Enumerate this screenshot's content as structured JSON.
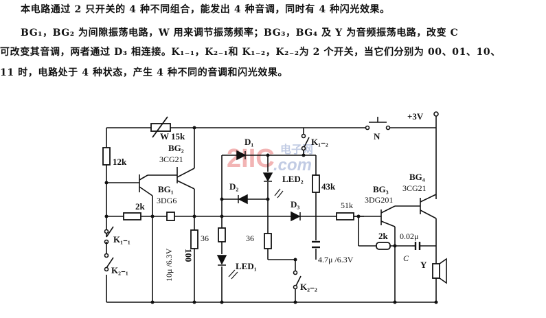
{
  "description": {
    "paragraphs": [
      "本电路通过 2 只开关的 4 种不同组合，能发出 4 种音调，同时有 4 种闪光效果。",
      "BG₁，BG₂ 为间隙振荡电路，W 用来调节振荡频率；BG₃，BG₄ 及 Y 为音频振荡电路，改变 C",
      "可改变其音调，两者通过 D₃ 相连接。K₁₋₁，K₂₋₁和 K₁₋₂，K₂₋₂为 2 个开关，当它们分别为 00、01、10、",
      "11 时，电路处于 4 种状态，产生 4 种不同的音调和闪光效果。"
    ]
  },
  "schematic": {
    "supply": "+3V",
    "switch_n": "N",
    "components": {
      "W": "W 15k",
      "R_12k": "12k",
      "BG2_name": "BG₂",
      "BG2_type": "3CG21",
      "BG1_name": "BG₁",
      "BG1_type": "3DG6",
      "R_2k_left": "2k",
      "K11": "K₁₋₁",
      "K21": "K₂₋₁",
      "C_10u": "10μ /6.3V",
      "C_100": "100",
      "R_36a": "36",
      "R_36b": "36",
      "LED1": "LED₁",
      "D1": "D₁",
      "D2": "D₂",
      "LED2": "LED₂",
      "K12": "K₁₋₂",
      "R_43k": "43k",
      "D3": "D₃",
      "C_47u": "4.7μ /6.3V",
      "K22": "K₂₋₂",
      "R_51k": "51k",
      "BG3_name": "BG₃",
      "BG3_type": "3DG201",
      "BG4_name": "BG₄",
      "BG4_type": "3CG21",
      "R_2k_right": "2k",
      "C_val": "0.02μ",
      "C_name": "C",
      "speaker": "Y"
    },
    "watermark": {
      "main": "2IIC",
      "sub1": "电子网",
      "sub2": ".com",
      "color": "#f0a8a8",
      "color2": "#b8c4e0"
    }
  }
}
